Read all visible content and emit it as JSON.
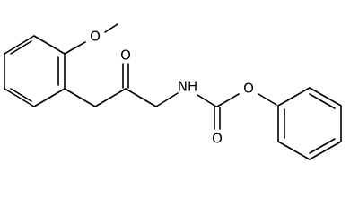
{
  "structure": {
    "atom_labels": {
      "methoxy_oxygen": "O",
      "ketone_oxygen": "O",
      "amine_nitrogen": "NH",
      "carbamate_carbonyl_oxygen": "O",
      "ester_oxygen": "O"
    }
  }
}
